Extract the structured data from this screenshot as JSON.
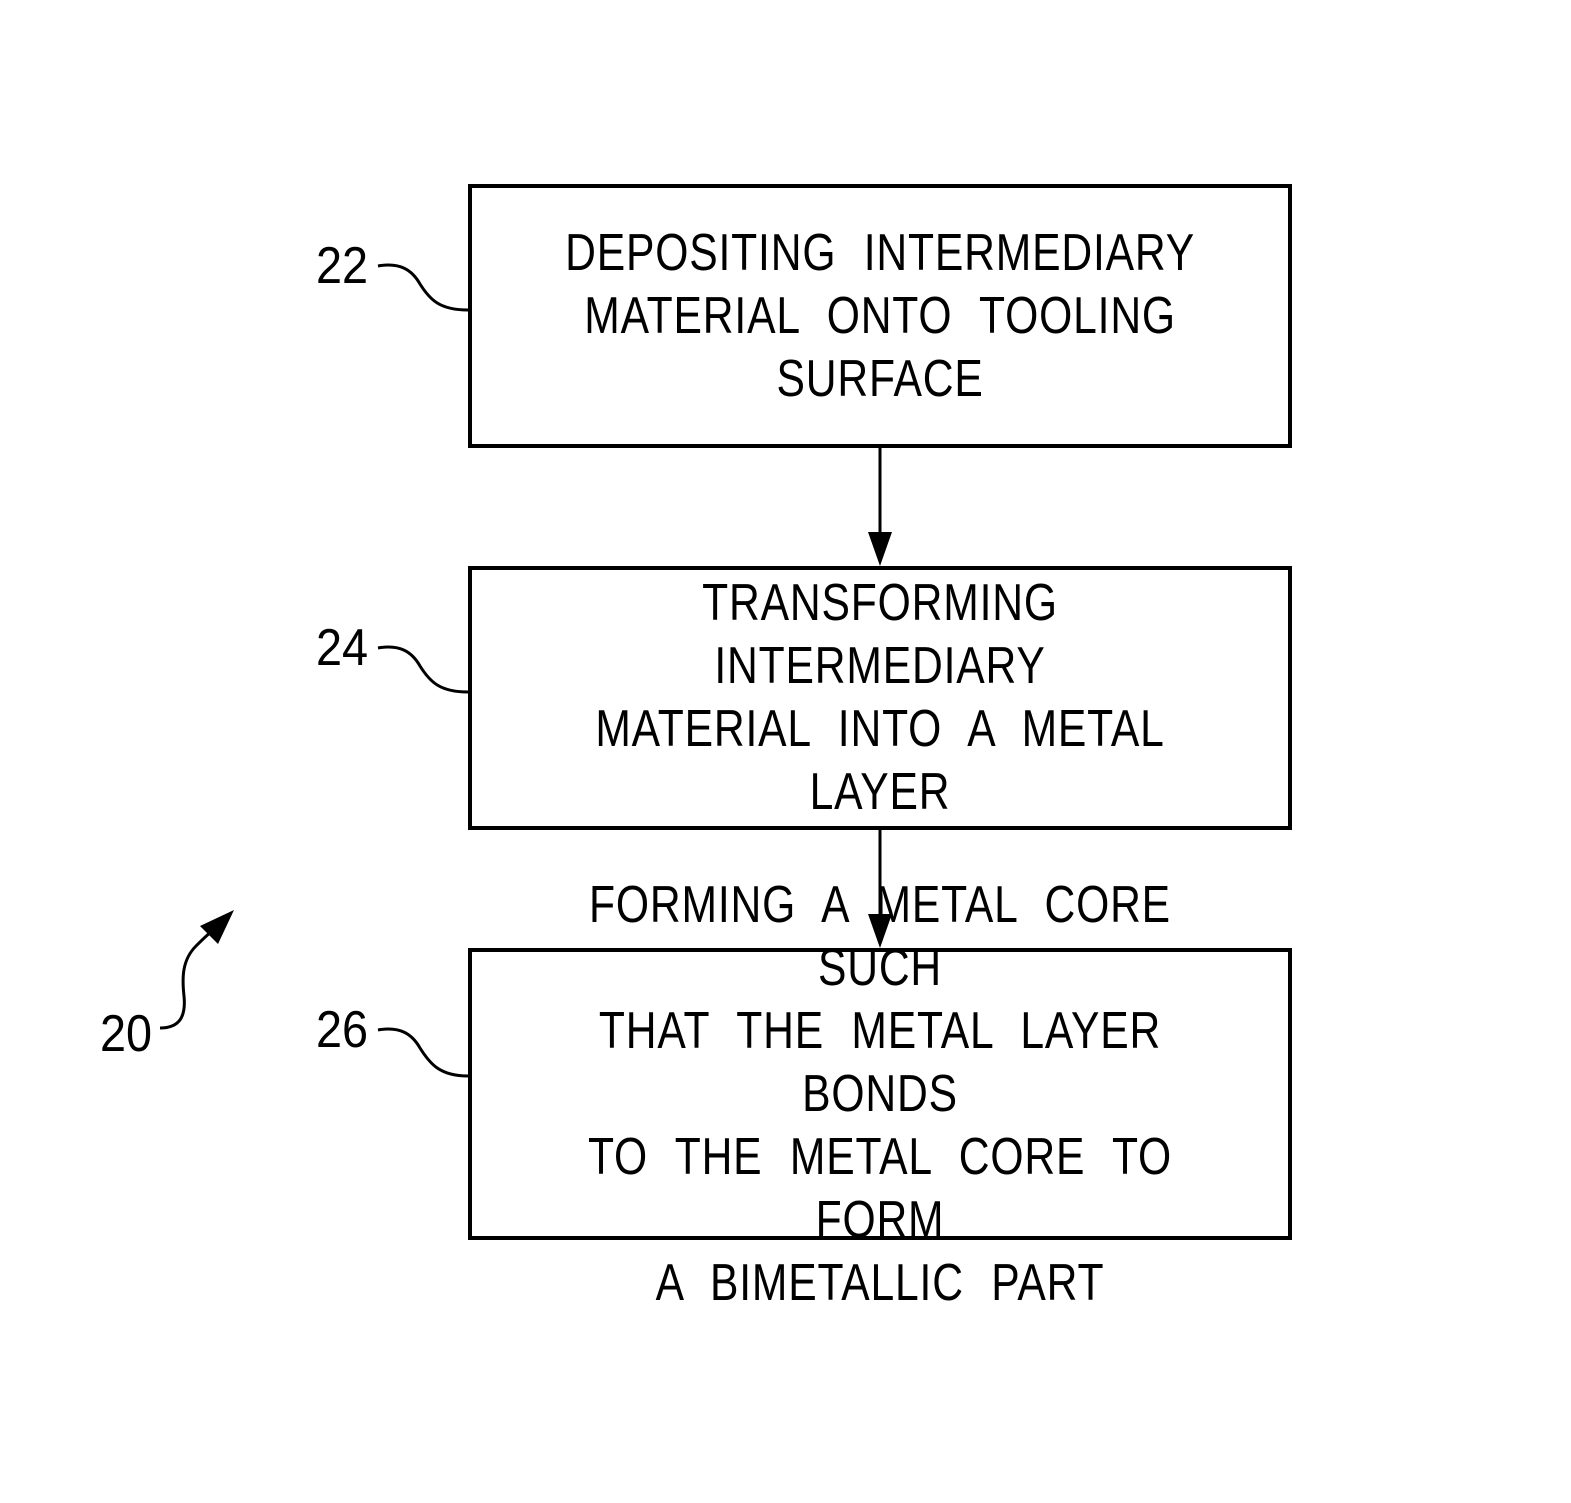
{
  "figure_ref": "20",
  "steps": [
    {
      "ref": "22",
      "text": "DEPOSITING INTERMEDIARY\nMATERIAL ONTO TOOLING\nSURFACE"
    },
    {
      "ref": "24",
      "text": "TRANSFORMING INTERMEDIARY\nMATERIAL INTO A METAL\nLAYER"
    },
    {
      "ref": "26",
      "text": "FORMING A METAL CORE SUCH\nTHAT THE METAL LAYER BONDS\nTO THE METAL CORE TO FORM\nA BIMETALLIC PART"
    }
  ]
}
